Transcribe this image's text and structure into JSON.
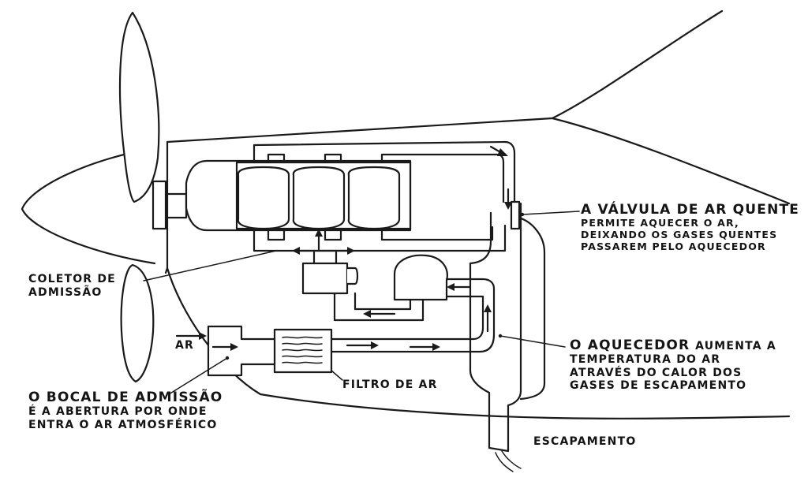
{
  "labels": {
    "valve_title": "A VÁLVULA DE AR QUENTE",
    "valve_desc_1": "PERMITE AQUECER O AR,",
    "valve_desc_2": "DEIXANDO OS GASES QUENTES",
    "valve_desc_3": "PASSAREM PELO AQUECEDOR",
    "manifold_1": "COLETOR DE",
    "manifold_2": "ADMISSÃO",
    "air": "AR",
    "heater_title": "O AQUECEDOR",
    "heater_desc_0": "AUMENTA A",
    "heater_desc_1": "TEMPERATURA DO AR",
    "heater_desc_2": "ATRAVÉS DO CALOR DOS",
    "heater_desc_3": "GASES DE ESCAPAMENTO",
    "inlet_title": "O BOCAL DE ADMISSÃO",
    "inlet_desc_1": "É A ABERTURA POR ONDE",
    "inlet_desc_2": "ENTRA O AR ATMOSFÉRICO",
    "filter": "FILTRO DE AR",
    "exhaust": "ESCAPAMENTO"
  },
  "colors": {
    "ink": "#1a1a1a",
    "paper": "#ffffff"
  }
}
